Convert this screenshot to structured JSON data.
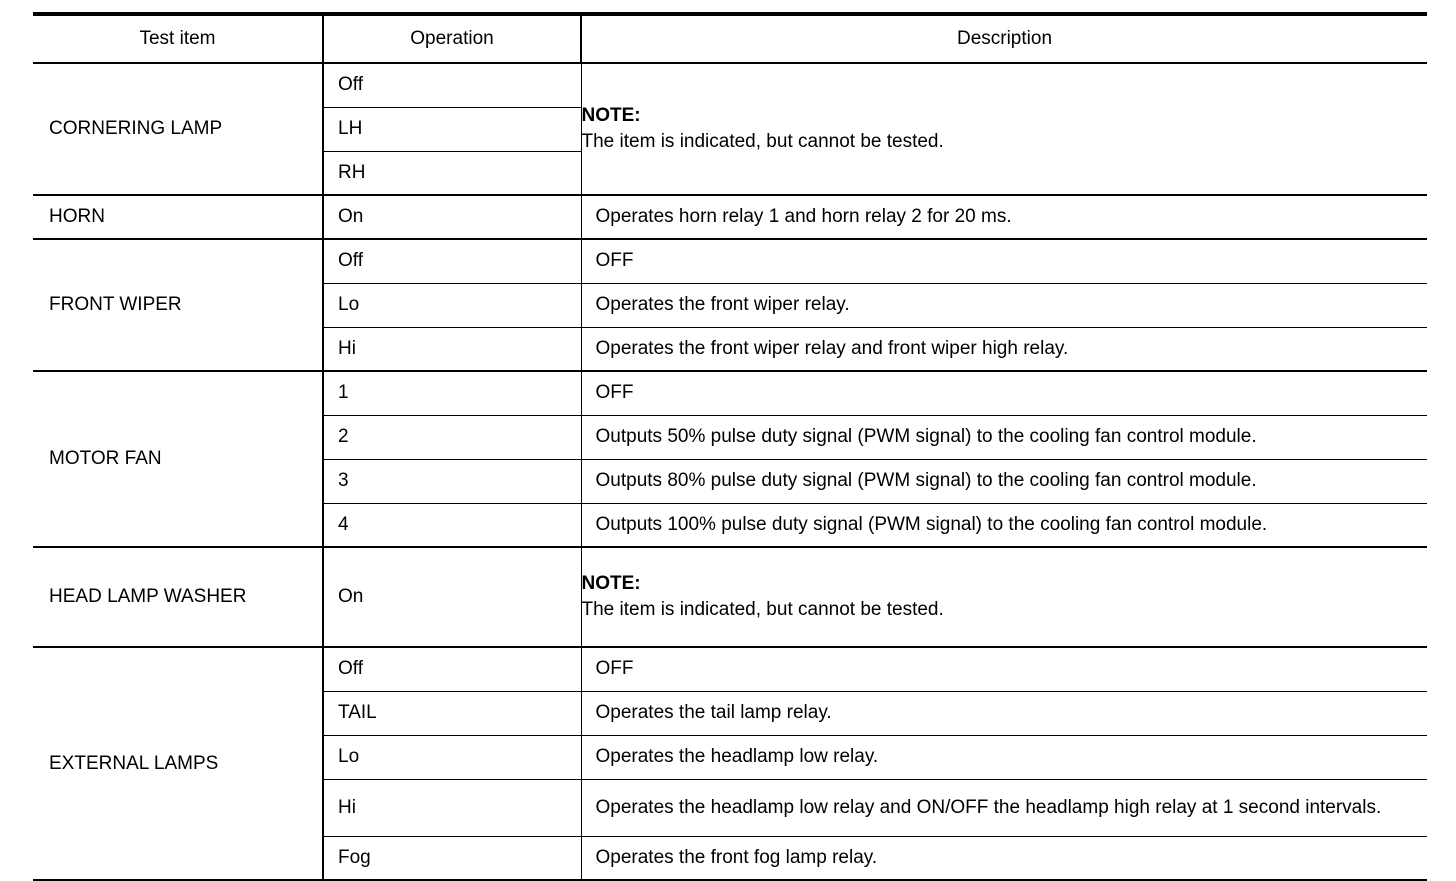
{
  "table": {
    "headers": {
      "test_item": "Test item",
      "operation": "Operation",
      "description": "Description"
    },
    "note_label": "NOTE:",
    "note_text": "The item is indicated, but cannot be tested.",
    "groups": [
      {
        "test_item": "CORNERING LAMP",
        "shared_description": true,
        "description_note_label": "NOTE:",
        "description_note_text": "The item is indicated, but cannot be tested.",
        "rows": [
          {
            "operation": "Off"
          },
          {
            "operation": "LH"
          },
          {
            "operation": "RH"
          }
        ]
      },
      {
        "test_item": "HORN",
        "shared_description": false,
        "rows": [
          {
            "operation": "On",
            "description": "Operates horn relay 1 and horn relay 2 for 20 ms."
          }
        ]
      },
      {
        "test_item": "FRONT WIPER",
        "shared_description": false,
        "rows": [
          {
            "operation": "Off",
            "description": "OFF"
          },
          {
            "operation": "Lo",
            "description": "Operates the front wiper relay."
          },
          {
            "operation": "Hi",
            "description": "Operates the front wiper relay and front wiper high relay."
          }
        ]
      },
      {
        "test_item": "MOTOR FAN",
        "shared_description": false,
        "rows": [
          {
            "operation": "1",
            "description": "OFF"
          },
          {
            "operation": "2",
            "description": "Outputs 50% pulse duty signal (PWM signal) to the cooling fan control module."
          },
          {
            "operation": "3",
            "description": "Outputs 80% pulse duty signal (PWM signal) to the cooling fan control module."
          },
          {
            "operation": "4",
            "description": "Outputs 100% pulse duty signal (PWM signal) to the cooling fan control module."
          }
        ]
      },
      {
        "test_item": "HEAD LAMP WASHER",
        "shared_description": true,
        "description_note_label": "NOTE:",
        "description_note_text": "The item is indicated, but cannot be tested.",
        "rows": [
          {
            "operation": "On"
          }
        ]
      },
      {
        "test_item": "EXTERNAL LAMPS",
        "shared_description": false,
        "rows": [
          {
            "operation": "Off",
            "description": "OFF"
          },
          {
            "operation": "TAIL",
            "description": "Operates the tail lamp relay."
          },
          {
            "operation": "Lo",
            "description": "Operates the headlamp low relay."
          },
          {
            "operation": "Hi",
            "description": "Operates the headlamp low relay and ON/OFF the headlamp high relay at 1 second intervals."
          },
          {
            "operation": "Fog",
            "description": "Operates the front fog lamp relay."
          }
        ]
      }
    ]
  }
}
